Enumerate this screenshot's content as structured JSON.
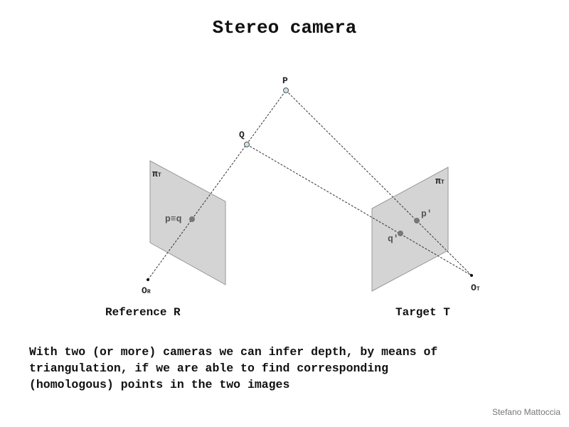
{
  "title": "Stereo camera",
  "labels": {
    "P": "P",
    "Q": "Q",
    "pi_left": "π",
    "pi_left_sub": "T",
    "pi_right": "π",
    "pi_right_sub": "T",
    "p_eq_q": "p≡q",
    "p_prime": "p'",
    "q_prime": "q'",
    "o_r": "O",
    "o_r_sub": "R",
    "o_t": "O",
    "o_t_sub": "T"
  },
  "reference_label": "Reference R",
  "target_label": "Target T",
  "caption": "With two (or more) cameras we can infer depth, by means of\ntriangulation, if we are able to find corresponding\n(homologous) points in the two images",
  "credit": "Stefano Mattoccia",
  "colors": {
    "plane": "#d4d4d4",
    "point": "#cfe3ea",
    "image_point": "#777777"
  }
}
